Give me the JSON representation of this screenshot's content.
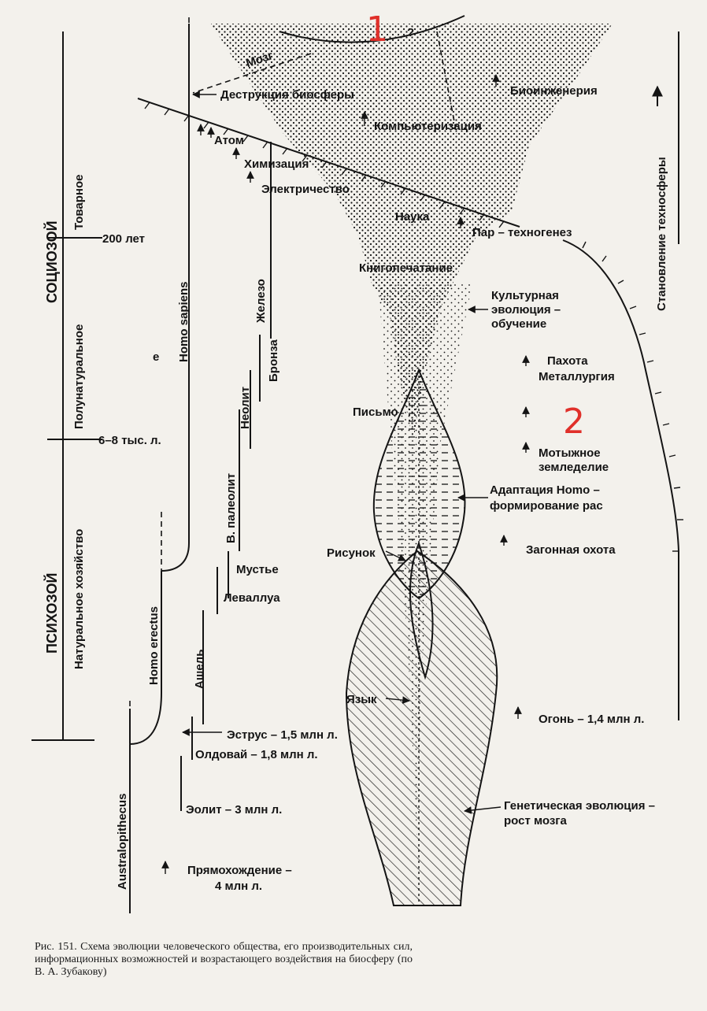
{
  "labels": {
    "brain": "Мозг",
    "question": "?",
    "biosphere_destruction": "Деструкция биосферы",
    "bioengineering": "Биоинженерия",
    "computerization": "Компьютеризация",
    "atom": "Атом",
    "chemicalization": "Химизация",
    "electricity": "Электричество",
    "science": "Наука",
    "steam_technogenesis": "Пар – техногенез",
    "book_printing": "Книгопечатание",
    "cultural_evolution": [
      "Культурная",
      "эволюция –",
      "обучение"
    ],
    "plowing_metallurgy": [
      "Пахота",
      "Металлургия"
    ],
    "writing": "Письмо",
    "hoe_farming": [
      "Мотыжное",
      "земледелие"
    ],
    "adaptation": [
      "Адаптация Homo –",
      "формирование рас"
    ],
    "drawing": "Рисунок",
    "driven_hunt": "Загонная охота",
    "language": "Язык",
    "fire": "Огонь – 1,4 млн  л.",
    "genetic_evolution": [
      "Генетическая эволюция –",
      "рост мозга"
    ],
    "estrus": "Эструс – 1,5 млн  л.",
    "olduvai": "Олдовай – 1,8 млн  л.",
    "eolith": "Эолит – 3 млн  л.",
    "upright_walking": [
      "Прямохождение –",
      "4 млн  л."
    ],
    "mousterian": "Мустье",
    "levallois": "Леваллуа",
    "acheulean": "Ашель",
    "upper_paleolithic": "В. палеолит",
    "neolithic": "Неолит",
    "bronze": "Бронза",
    "iron": "Железо",
    "homo_sapiens": "Homo sapiens",
    "homo_erectus": "Homo erectus",
    "australopithecus": "Australopithecus",
    "e": "е",
    "years_200": "200 лет",
    "years_6_8k": "6–8 тыс. л.",
    "commodity": "Товарное",
    "semi_natural": "Полунатуральное",
    "natural_economy": "Натуральное хозяйство",
    "sociozoic": "СОЦИОЗОЙ",
    "psychozoic": "ПСИХОЗОЙ",
    "technosphere": "Становление техносферы"
  },
  "annotations": {
    "mark_1": "1",
    "mark_2": "2"
  },
  "caption": "Рис. 151. Схема эволюции человеческого общества, его производительных сил, информационных возможностей и возрастающего воздействия на биосферу (по В. А. Зубакову)",
  "colors": {
    "ink": "#141414",
    "paper": "#f3f1ec",
    "annotation": "#e0302a"
  }
}
